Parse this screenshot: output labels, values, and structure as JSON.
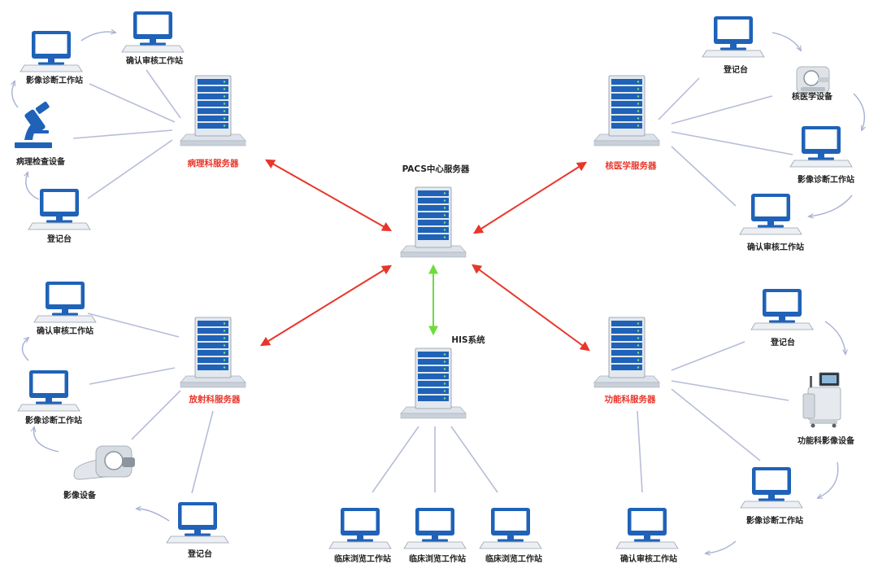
{
  "colors": {
    "link_line": "#b7bdd8",
    "flow_arrow": "#a7b0d4",
    "red_arrow": "#e8362a",
    "green_arrow": "#6ddc3c",
    "server_blue": "#1f62b8",
    "monitor_blue": "#1f62b8",
    "red_label": "#e8362a"
  },
  "central": {
    "label": "PACS中心服务器"
  },
  "his": {
    "label": "HIS系统"
  },
  "pathology": {
    "server_label": "病理科服务器",
    "confirm_label": "确认审核工作站",
    "diagnosis_label": "影像诊断工作站",
    "device_label": "病理检查设备",
    "register_label": "登记台"
  },
  "nuclear": {
    "server_label": "核医学服务器",
    "register_label": "登记台",
    "device_label": "核医学设备",
    "diagnosis_label": "影像诊断工作站",
    "confirm_label": "确认审核工作站"
  },
  "radiology": {
    "server_label": "放射科服务器",
    "confirm_label": "确认审核工作站",
    "diagnosis_label": "影像诊断工作站",
    "device_label": "影像设备",
    "register_label": "登记台"
  },
  "functional": {
    "server_label": "功能科服务器",
    "register_label": "登记台",
    "device_label": "功能科影像设备",
    "diagnosis_label": "影像诊断工作站",
    "confirm_label": "确认审核工作站"
  },
  "clinical": {
    "ws1_label": "临床浏览工作站",
    "ws2_label": "临床浏览工作站",
    "ws3_label": "临床浏览工作站"
  }
}
